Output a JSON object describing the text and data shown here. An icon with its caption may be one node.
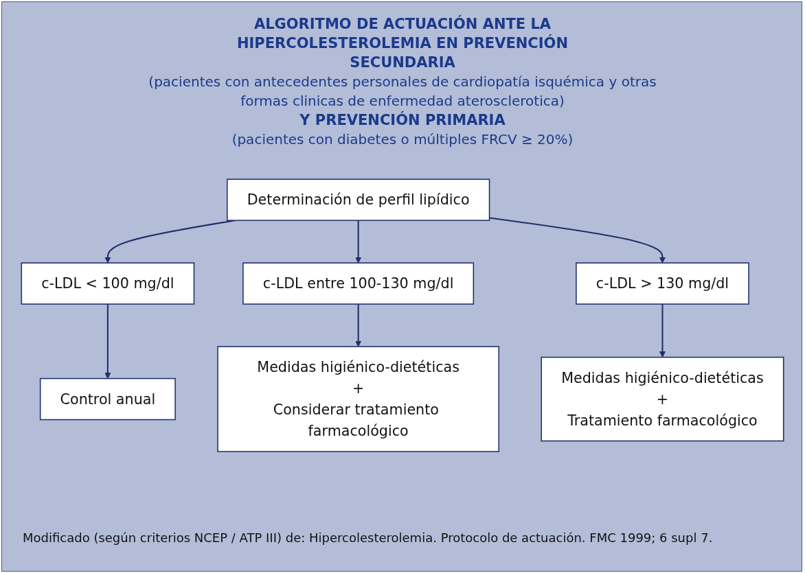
{
  "diagram": {
    "title": "ALGORITMO DE ACTUACIÓN ANTE LA HIPERCOLESTEROLEMIA EN PREVENCIÓN SECUNDARIA",
    "labels": [
      "(pacientes con antecedentes personales de cardiopatía isquémica y otras formas clinicas de enfermedad aterosclerotica)",
      "Y PREVENCIÓN PRIMARIA",
      "(pacientes con diabetes o múltiples FRCV ≥ 20%)"
    ],
    "nodes": [
      {
        "text": [
          "Determinación de perfil lipídico"
        ]
      },
      {
        "text": [
          "c-LDL < 100 mg/dl"
        ]
      },
      {
        "text": [
          "c-LDL entre 100-130 mg/dl"
        ]
      },
      {
        "text": [
          "c-LDL > 130 mg/dl"
        ]
      },
      {
        "text": [
          "Control anual"
        ]
      },
      {
        "text": [
          "Medidas higiénico-dietéticas",
          "+",
          "Considerar tratamiento farmacológico"
        ]
      },
      {
        "text": [
          "Medidas higiénico-dietéticas",
          "+",
          "Tratamiento farmacológico"
        ]
      }
    ],
    "edges": [
      {
        "from": 0,
        "to": 1,
        "arrow": "to"
      },
      {
        "from": 0,
        "to": 2,
        "arrow": "to"
      },
      {
        "from": 0,
        "to": 3,
        "arrow": "to"
      },
      {
        "from": 1,
        "to": 4,
        "arrow": "to"
      },
      {
        "from": 2,
        "to": 5,
        "arrow": "to"
      },
      {
        "from": 3,
        "to": 6,
        "arrow": "to"
      }
    ],
    "caption": "Modificado (según criterios NCEP / ATP III) de: Hipercolesterolemia. Protocolo de actuación. FMC 1999; 6 supl 7."
  }
}
